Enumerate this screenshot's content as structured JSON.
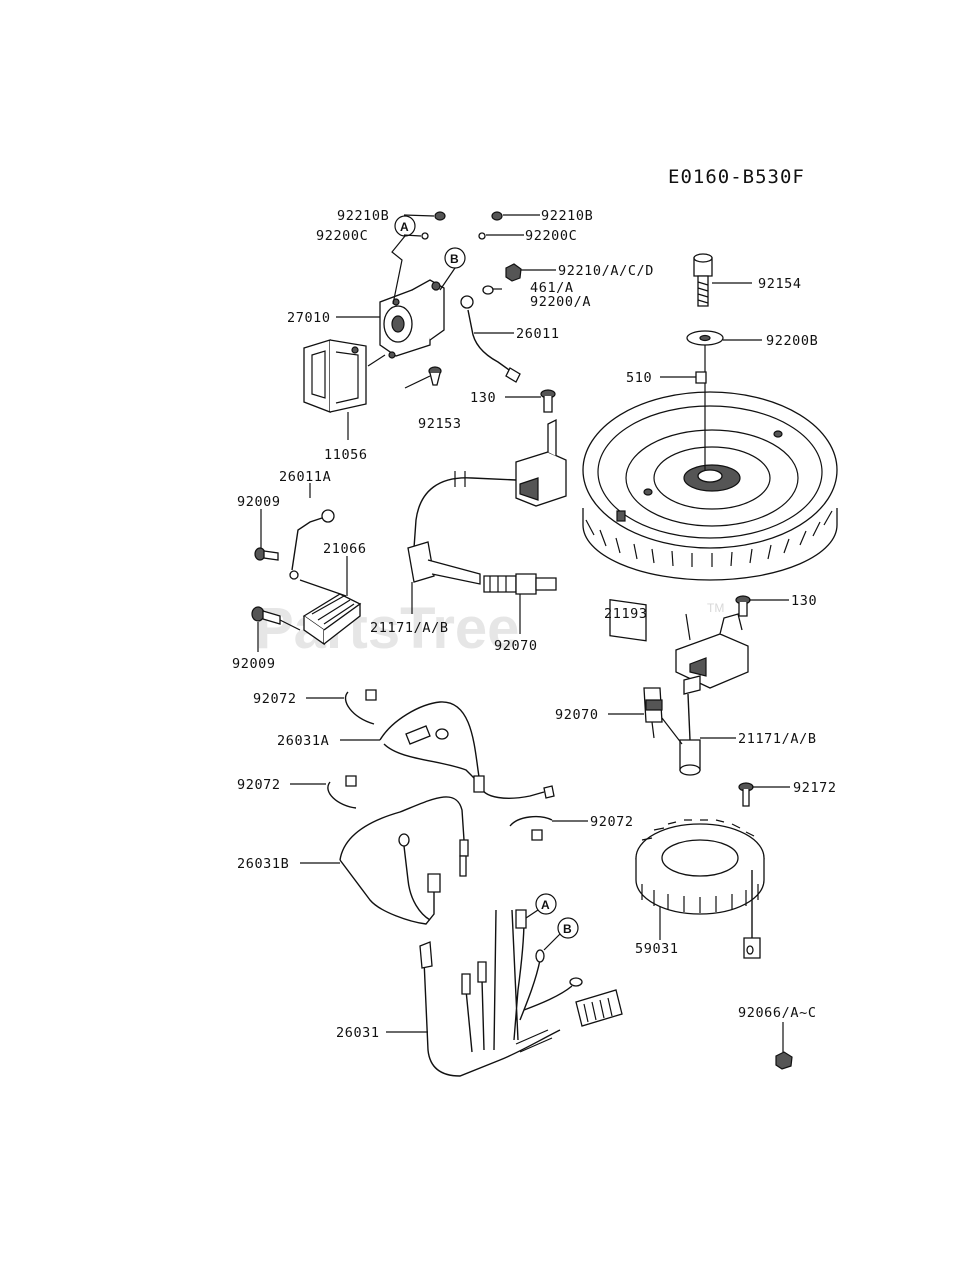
{
  "diagram_code": "E0160-B530F",
  "watermark": "PartsTree",
  "watermark_tm": "TM",
  "callouts": {
    "a": "A",
    "b": "B"
  },
  "labels": {
    "p92210B_l": "92210B",
    "p92210B_r": "92210B",
    "p92200C_l": "92200C",
    "p92200C_r": "92200C",
    "p92210ACD": "92210/A/C/D",
    "p461A": "461/A",
    "p92200A": "92200/A",
    "p27010": "27010",
    "p26011": "26011",
    "p92154": "92154",
    "p92200B": "92200B",
    "p510": "510",
    "p130_top": "130",
    "p92153": "92153",
    "p11056": "11056",
    "p26011A": "26011A",
    "p92009_top": "92009",
    "p21066": "21066",
    "p21171AB_l": "21171/A/B",
    "p92070_l": "92070",
    "p92009_bot": "92009",
    "p21193": "21193",
    "p130_r": "130",
    "p92072_a": "92072",
    "p26031A": "26031A",
    "p92070_r": "92070",
    "p21171AB_r": "21171/A/B",
    "p92072_b": "92072",
    "p92172": "92172",
    "p92072_c": "92072",
    "p26031B": "26031B",
    "p59031": "59031",
    "p26031": "26031",
    "p92066": "92066/A~C"
  }
}
